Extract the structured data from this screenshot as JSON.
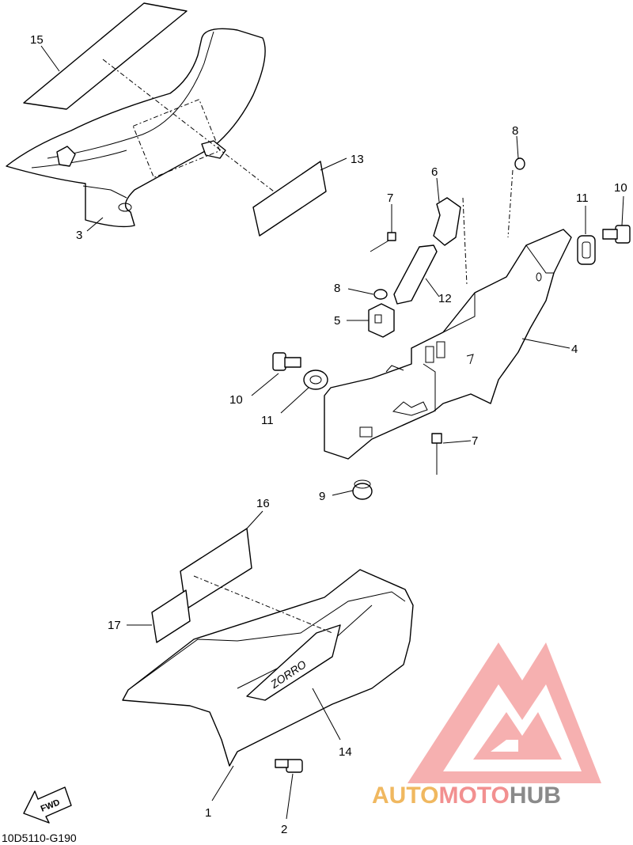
{
  "diagram": {
    "part_numbers": [
      "1",
      "2",
      "3",
      "4",
      "5",
      "6",
      "7",
      "7",
      "8",
      "8",
      "9",
      "10",
      "10",
      "11",
      "11",
      "12",
      "13",
      "14",
      "15",
      "16",
      "17"
    ],
    "fwd_label": "FWD",
    "drawing_code": "10D5110-G190"
  },
  "watermark": {
    "brand_parts": [
      "AUTO",
      "MOTO",
      "HUB"
    ],
    "colors": {
      "auto": "#f0b860",
      "moto": "#f29090",
      "hub": "#8a8a8a",
      "logo": "#f07070"
    }
  }
}
